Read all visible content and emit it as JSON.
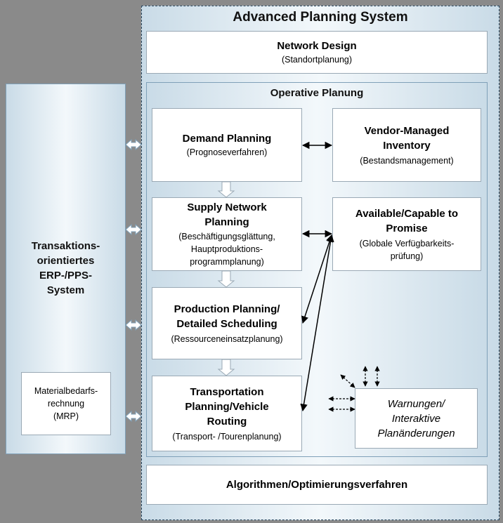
{
  "aps": {
    "title": "Advanced Planning System"
  },
  "network_design": {
    "title": "Network Design",
    "subtitle": "(Standortplanung)"
  },
  "operative": {
    "title": "Operative Planung"
  },
  "erp": {
    "title": "Transaktions-\norientiertes\nERP-/PPS-\nSystem",
    "mrp_title": "Materialbedarfs-\nrechnung\n(MRP)"
  },
  "demand": {
    "title": "Demand Planning",
    "subtitle": "(Prognoseverfahren)"
  },
  "vmi": {
    "title": "Vendor-Managed\nInventory",
    "subtitle": "(Bestandsmanagement)"
  },
  "snp": {
    "title": "Supply Network\nPlanning",
    "subtitle": "(Beschäftigungsglättung,\nHauptproduktions-\nprogrammplanung)"
  },
  "atp": {
    "title": "Available/Capable to\nPromise",
    "subtitle": "(Globale Verfügbarkeits-\nprüfung)"
  },
  "pp": {
    "title": "Production Planning/\nDetailed Scheduling",
    "subtitle": "(Ressourceneinsatzplanung)"
  },
  "tp": {
    "title": "Transportation\nPlanning/Vehicle\nRouting",
    "subtitle": "(Transport- /Tourenplanung)"
  },
  "alerts": {
    "text": "Warnungen/\nInteraktive\nPlanänderungen"
  },
  "algorithms": {
    "title": "Algorithmen/Optimierungsverfahren"
  },
  "colors": {
    "background": "#8a8a8a",
    "panel": "#dbe8f0",
    "border": "#2c4a62"
  }
}
